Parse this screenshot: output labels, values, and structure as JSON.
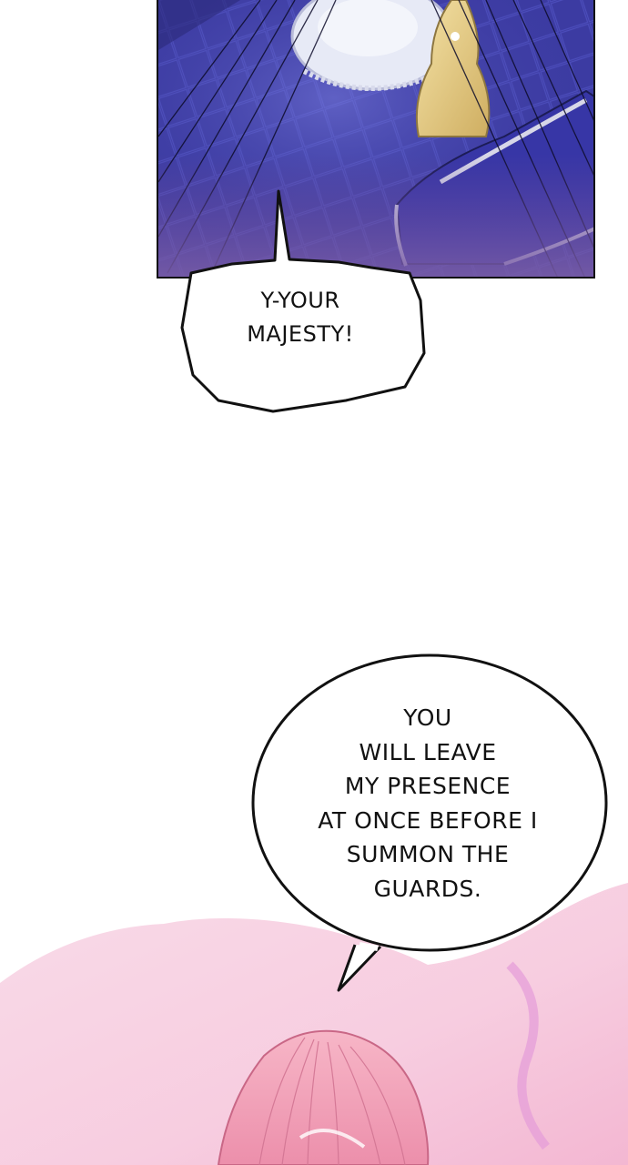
{
  "panels": [
    {
      "id": "throne-room",
      "speech": "Y-YOUR\nMAJESTY!"
    },
    {
      "id": "pink-hair",
      "speech": "YOU\nWILL LEAVE\nMY PRESENCE\nAT ONCE BEFORE I\nSUMMON THE\nGUARDS."
    }
  ],
  "colors": {
    "floor": "#3b3a9e",
    "gown": "#e9d08a",
    "sofa": "#3b3aa8",
    "hair": "#f4a0b8",
    "wash": "#f6c6dc"
  }
}
